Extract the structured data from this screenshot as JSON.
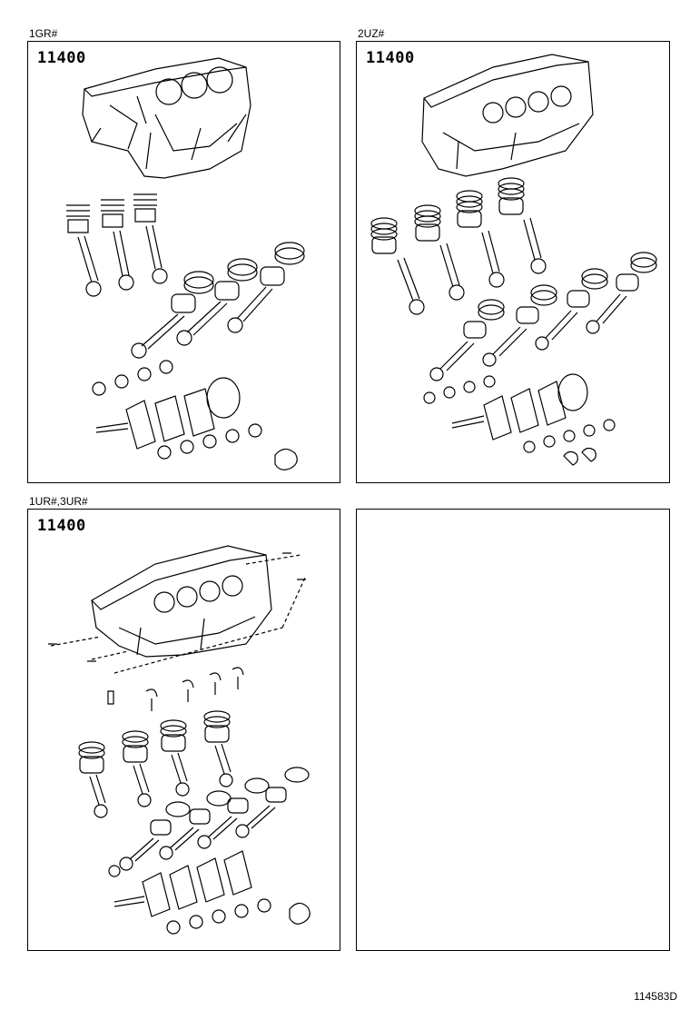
{
  "panels": [
    {
      "engine_label": "1GR#",
      "part_number": "11400",
      "icon": "v6-short-block-kit-illustration"
    },
    {
      "engine_label": "2UZ#",
      "part_number": "11400",
      "icon": "v8-short-block-kit-illustration"
    },
    {
      "engine_label": "1UR#,3UR#",
      "part_number": "11400",
      "icon": "v8-short-block-kit-with-jets-illustration"
    },
    {
      "engine_label": "",
      "part_number": "",
      "icon": ""
    }
  ],
  "figure_ref": "114583D"
}
